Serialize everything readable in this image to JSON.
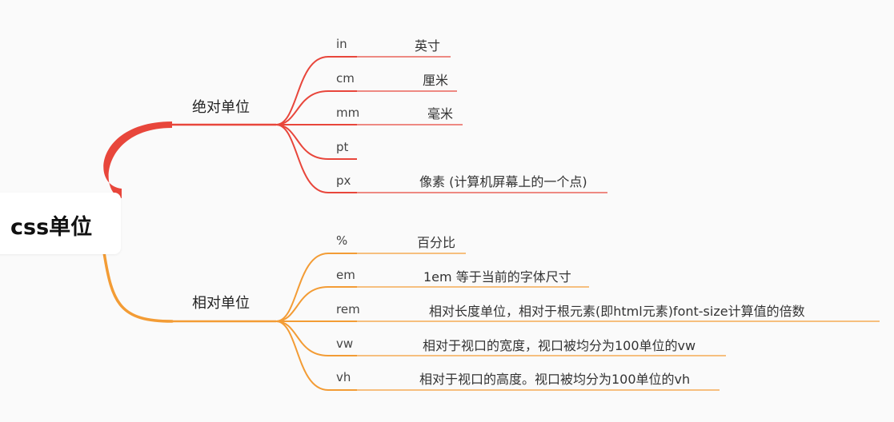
{
  "root": {
    "label_latin": "css",
    "label_cjk": "单位"
  },
  "colors": {
    "absolute": "#e8463b",
    "relative": "#f39c35",
    "background": "#fafafa"
  },
  "branches": [
    {
      "label": "绝对单位",
      "color": "#e8463b",
      "items": [
        {
          "unit": "in",
          "desc": "英寸"
        },
        {
          "unit": "cm",
          "desc": "厘米"
        },
        {
          "unit": "mm",
          "desc": "毫米"
        },
        {
          "unit": "pt",
          "desc": ""
        },
        {
          "unit": "px",
          "desc": "像素 (计算机屏幕上的一个点)"
        }
      ]
    },
    {
      "label": "相对单位",
      "color": "#f39c35",
      "items": [
        {
          "unit": "%",
          "desc": "百分比"
        },
        {
          "unit": "em",
          "desc": "1em 等于当前的字体尺寸"
        },
        {
          "unit": "rem",
          "desc": "相对长度单位，相对于根元素(即html元素)font-size计算值的倍数"
        },
        {
          "unit": "vw",
          "desc": "相对于视口的宽度，视口被均分为100单位的vw"
        },
        {
          "unit": "vh",
          "desc": "相对于视口的高度。视口被均分为100单位的vh"
        }
      ]
    }
  ]
}
